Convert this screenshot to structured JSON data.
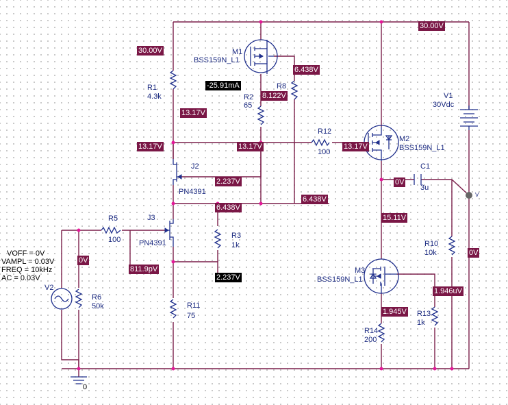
{
  "components": [
    {
      "ref": "M1",
      "model": "BSS159N_L1"
    },
    {
      "ref": "M2",
      "model": "BSS159N_L1"
    },
    {
      "ref": "M3",
      "model": "BSS159N_L1"
    },
    {
      "ref": "J2",
      "model": "PN4391"
    },
    {
      "ref": "J3",
      "model": "PN4391"
    },
    {
      "ref": "R1",
      "value": "4.3k"
    },
    {
      "ref": "R2",
      "value": "65"
    },
    {
      "ref": "R8",
      "value": ""
    },
    {
      "ref": "R12",
      "value": "100"
    },
    {
      "ref": "R5",
      "value": "100"
    },
    {
      "ref": "R3",
      "value": "1k"
    },
    {
      "ref": "R6",
      "value": "50k"
    },
    {
      "ref": "R11",
      "value": "75"
    },
    {
      "ref": "R10",
      "value": "10k"
    },
    {
      "ref": "R13",
      "value": "1k"
    },
    {
      "ref": "R14",
      "value": "200"
    },
    {
      "ref": "C1",
      "value": "3u"
    },
    {
      "ref": "V1",
      "value": "30Vdc"
    },
    {
      "ref": "V2",
      "value": ""
    }
  ],
  "source_params": [
    "VOFF = 0V",
    "VAMPL = 0.03V",
    "FREQ = 10kHz",
    "AC = 0.03V"
  ],
  "probe_label": "V",
  "ground_label": "0",
  "voltages": {
    "top_right": "30.00V",
    "top_left": "30.00V",
    "m1_source": "6.438V",
    "r2_top": "8.122V",
    "r1_bottom": "13.17V",
    "mid_left": "13.17V",
    "mid_center": "13.17V",
    "m2_gate": "13.17V",
    "j2_source": "2.237V",
    "node_6438_a": "6.438V",
    "node_6438_b": "6.438V",
    "c1_left": "0V",
    "m2_source": "15.11V",
    "v2_node": "0V",
    "j3_gate": "811.9pV",
    "j3_source": "2.237V",
    "out_right": "0V",
    "r10_bottom": "1.946uV",
    "m3_source": "1.945V"
  },
  "currents": {
    "m1_drain": "-25.91mA"
  }
}
